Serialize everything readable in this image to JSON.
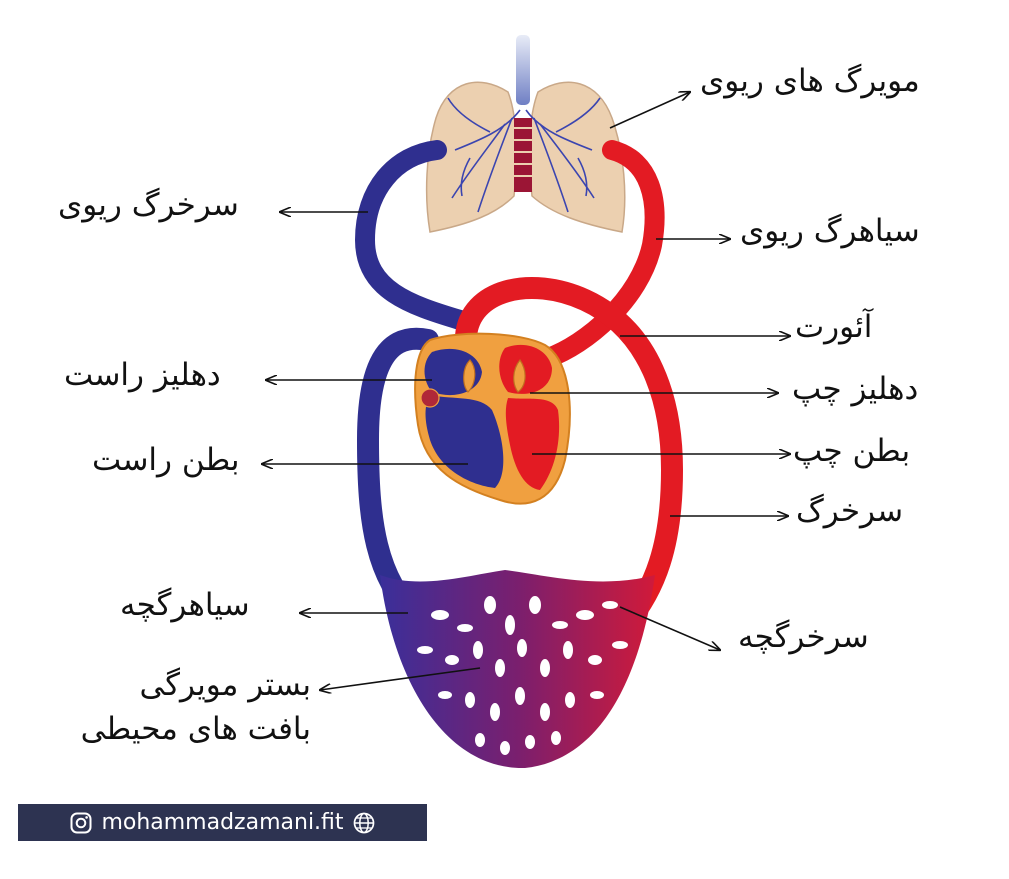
{
  "labels": {
    "pulmonary_capillaries": "مویرگ های ریوی",
    "pulmonary_artery": "سرخرگ ریوی",
    "pulmonary_vein": "سیاهرگ ریوی",
    "aorta": "آئورت",
    "right_atrium": "دهلیز راست",
    "left_atrium": "دهلیز چپ",
    "right_ventricle": "بطن راست",
    "left_ventricle": "بطن چپ",
    "artery": "سرخرگ",
    "venule": "سیاهرگچه",
    "arteriole": "سرخرگچه",
    "capillary_bed_line1": "بستر مویرگی",
    "capillary_bed_line2": "بافت های محیطی"
  },
  "footer": {
    "handle": "mohammadzamani.fit",
    "left_icon": "instagram-icon",
    "right_icon": "globe-icon"
  },
  "colors": {
    "deoxygenated_blood": "#2f2f8f",
    "oxygenated_blood": "#e31b23",
    "lung": "#ecd0b0",
    "heart_wall": "#f0a040",
    "footer_bg": "#2d3351"
  }
}
